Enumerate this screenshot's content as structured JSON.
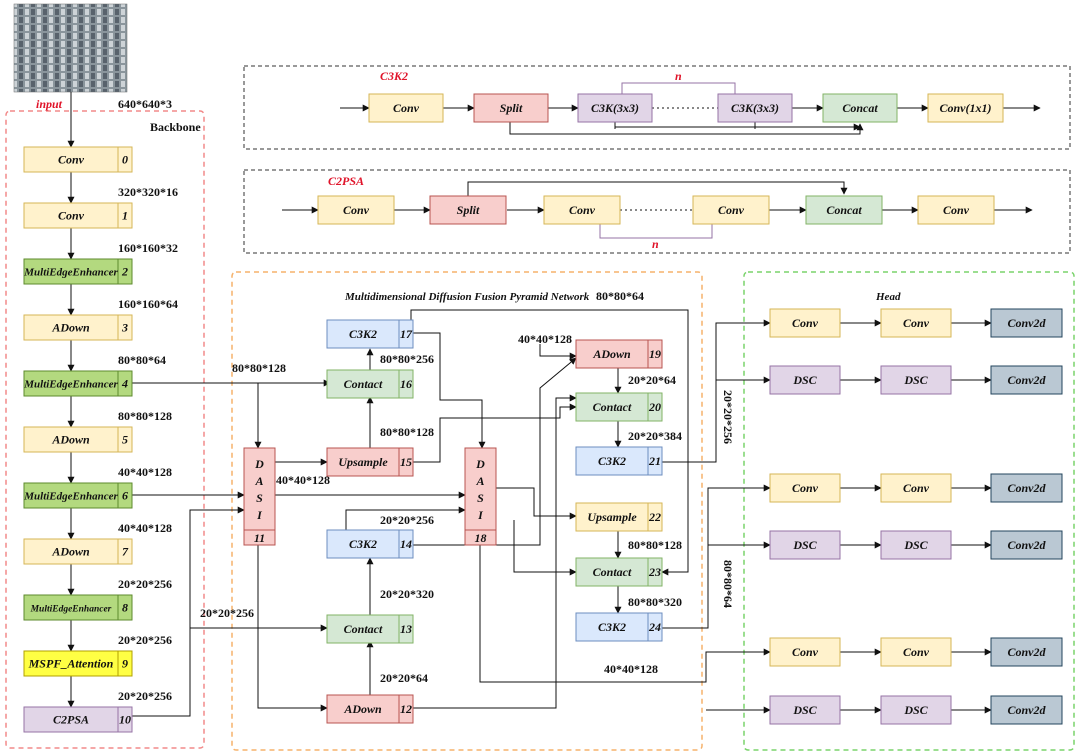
{
  "colors": {
    "yellow": "#fff2cc",
    "yellow_stroke": "#d6b656",
    "green": "#b3d97f",
    "green_stroke": "#5e8a2e",
    "red": "#f8cecc",
    "red_stroke": "#b85450",
    "blue": "#dae8fc",
    "blue_stroke": "#6c8ebf",
    "purple": "#e1d5e7",
    "purple_stroke": "#9673a6",
    "lightgreen": "#d5e8d4",
    "lightgreen_stroke": "#82b366",
    "slate": "#bac8d3",
    "slate_stroke": "#23445d",
    "bright_yellow": "#ffff44",
    "bright_yellow_stroke": "#b0a000",
    "backbone_border": "#f28a8a",
    "neck_border": "#f5b26b",
    "head_border": "#7ad36b"
  },
  "input": {
    "label": "input",
    "dim": "640*640*3",
    "image": "aerial parking-lot photo"
  },
  "backbone": {
    "title": "Backbone",
    "blocks": [
      {
        "label": "Conv",
        "index": "0",
        "color": "yellow"
      },
      {
        "label": "Conv",
        "index": "1",
        "color": "yellow"
      },
      {
        "label": "MultiEdgeEnhancer",
        "index": "2",
        "color": "green"
      },
      {
        "label": "ADown",
        "index": "3",
        "color": "yellow"
      },
      {
        "label": "MultiEdgeEnhancer",
        "index": "4",
        "color": "green"
      },
      {
        "label": "ADown",
        "index": "5",
        "color": "yellow"
      },
      {
        "label": "MultiEdgeEnhancer",
        "index": "6",
        "color": "green"
      },
      {
        "label": "ADown",
        "index": "7",
        "color": "yellow"
      },
      {
        "label": "MultiEdgeEnhancer",
        "index": "8",
        "color": "green"
      },
      {
        "label": "MSPF_Attention",
        "index": "9",
        "color": "bright_yellow"
      },
      {
        "label": "C2PSA",
        "index": "10",
        "color": "purple"
      }
    ],
    "dims": [
      "320*320*16",
      "160*160*32",
      "160*160*64",
      "80*80*64",
      "80*80*128",
      "40*40*128",
      "40*40*128",
      "20*20*256",
      "20*20*256",
      "20*20*256"
    ]
  },
  "c3k2": {
    "title": "C3K2",
    "n": "n",
    "blocks": [
      "Conv",
      "Split",
      "C3K(3x3)",
      "C3K(3x3)",
      "Concat",
      "Conv(1x1)"
    ]
  },
  "c2psa": {
    "title": "C2PSA",
    "n": "n",
    "blocks": [
      "Conv",
      "Split",
      "Conv",
      "Conv",
      "Concat",
      "Conv"
    ]
  },
  "neck": {
    "title": "Multidimensional Diffusion Fusion Pyramid Network",
    "dasi_letters": [
      "D",
      "A",
      "S",
      "I"
    ],
    "blocks": {
      "dasi11": {
        "index": "11"
      },
      "dasi18": {
        "index": "18"
      },
      "b17": {
        "label": "C3K2",
        "index": "17"
      },
      "b16": {
        "label": "Contact",
        "index": "16"
      },
      "b15": {
        "label": "Upsample",
        "index": "15"
      },
      "b14": {
        "label": "C3K2",
        "index": "14"
      },
      "b13": {
        "label": "Contact",
        "index": "13"
      },
      "b12": {
        "label": "ADown",
        "index": "12"
      },
      "b19": {
        "label": "ADown",
        "index": "19"
      },
      "b20": {
        "label": "Contact",
        "index": "20"
      },
      "b21": {
        "label": "C3K2",
        "index": "21"
      },
      "b22": {
        "label": "Upsample",
        "index": "22"
      },
      "b23": {
        "label": "Contact",
        "index": "23"
      },
      "b24": {
        "label": "C3K2",
        "index": "24"
      }
    },
    "dims": {
      "d_80_80_128_a": "80*80*128",
      "d_40_40_128_a": "40*40*128",
      "d_20_20_256_a": "20*20*256",
      "d_80_80_256": "80*80*256",
      "d_80_80_128_b": "80*80*128",
      "d_20_20_256_b": "20*20*256",
      "d_20_20_320": "20*20*320",
      "d_20_20_64_a": "20*20*64",
      "d_80_80_64": "80*80*64",
      "d_40_40_128_b": "40*40*128",
      "d_20_20_64_b": "20*20*64",
      "d_20_20_384": "20*20*384",
      "d_80_80_128_c": "80*80*128",
      "d_80_80_320": "80*80*320",
      "d_40_40_128_c": "40*40*128"
    }
  },
  "head": {
    "title": "Head",
    "dim_top": "20*20*256",
    "dim_mid": "80*80*64",
    "rows": [
      [
        "Conv",
        "Conv",
        "Conv2d"
      ],
      [
        "DSC",
        "DSC",
        "Conv2d"
      ],
      [
        "Conv",
        "Conv",
        "Conv2d"
      ],
      [
        "DSC",
        "DSC",
        "Conv2d"
      ],
      [
        "Conv",
        "Conv",
        "Conv2d"
      ],
      [
        "DSC",
        "DSC",
        "Conv2d"
      ]
    ],
    "row_colors": [
      "yellow",
      "purple",
      "yellow",
      "purple",
      "yellow",
      "purple",
      "slate"
    ]
  }
}
